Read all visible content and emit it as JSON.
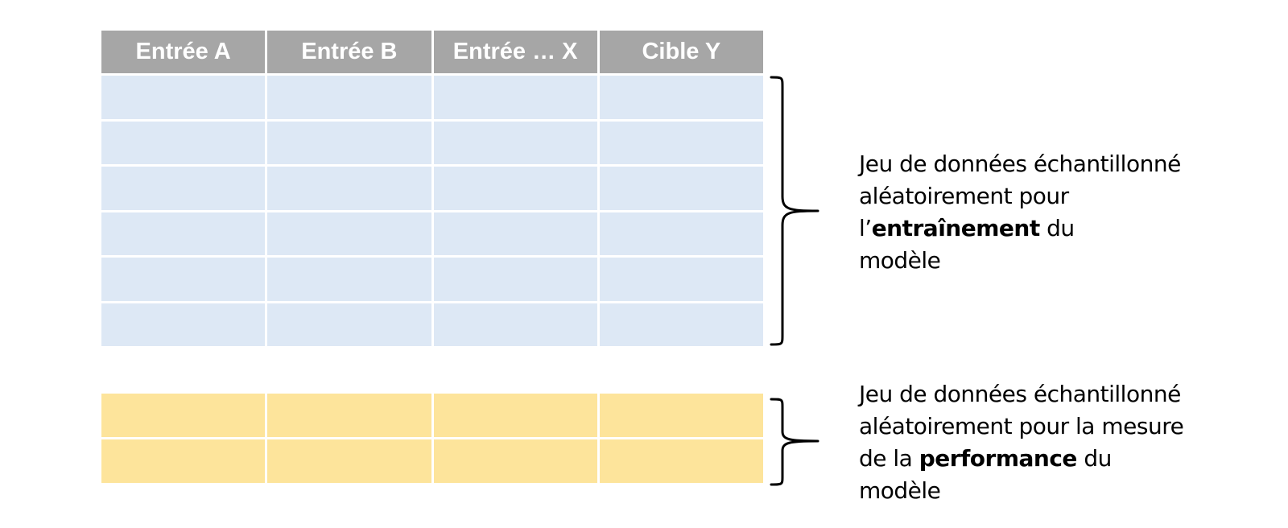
{
  "table": {
    "headers": [
      "Entrée A",
      "Entrée B",
      "Entrée … X",
      "Cible Y"
    ],
    "train_rows": 6,
    "test_rows": 2
  },
  "colors": {
    "header": "#a6a6a6",
    "train": "#dde8f5",
    "test": "#fde49b"
  },
  "labels": {
    "train": {
      "line1": "Jeu de données échantillonné",
      "line2": "aléatoirement pour",
      "line3_prefix": "l’",
      "line3_bold": "entraînement",
      "line3_suffix": " du",
      "line4": "modèle"
    },
    "test": {
      "line1": "Jeu de données échantillonné",
      "line2": "aléatoirement pour la mesure",
      "line3_prefix": "de la ",
      "line3_bold": "performance",
      "line3_suffix": " du",
      "line4": "modèle"
    }
  }
}
